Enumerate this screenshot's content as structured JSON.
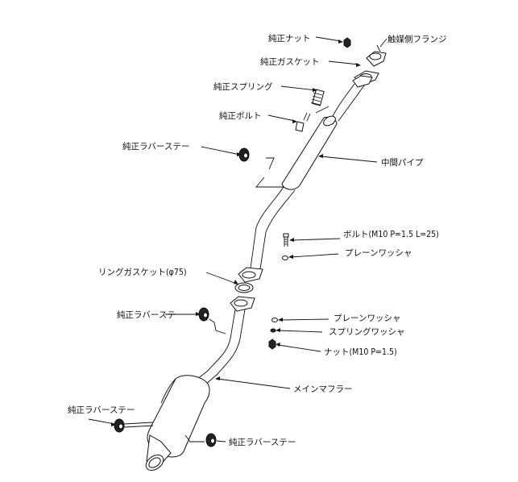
{
  "labels": {
    "genuine_nut": "純正ナット",
    "cat_flange": "触媒側フランジ",
    "genuine_gasket": "純正ガスケット",
    "genuine_spring": "純正スプリング",
    "genuine_bolt": "純正ボルト",
    "rubber_stay_top": "純正ラバーステー",
    "mid_pipe": "中間パイプ",
    "bolt_spec": "ボルト(M10 P=1.5 L=25)",
    "plain_washer_top": "プレーンワッシャ",
    "ring_gasket": "リングガスケット(φ75)",
    "rubber_stay_mid": "純正ラバーステー",
    "plain_washer_bottom": "プレーンワッシャ",
    "spring_washer": "スプリングワッシャ",
    "nut_spec": "ナット(M10 P=1.5)",
    "main_muffler": "メインマフラー",
    "rubber_stay_left": "純正ラバーステー",
    "rubber_stay_right": "純正ラバーステー"
  }
}
